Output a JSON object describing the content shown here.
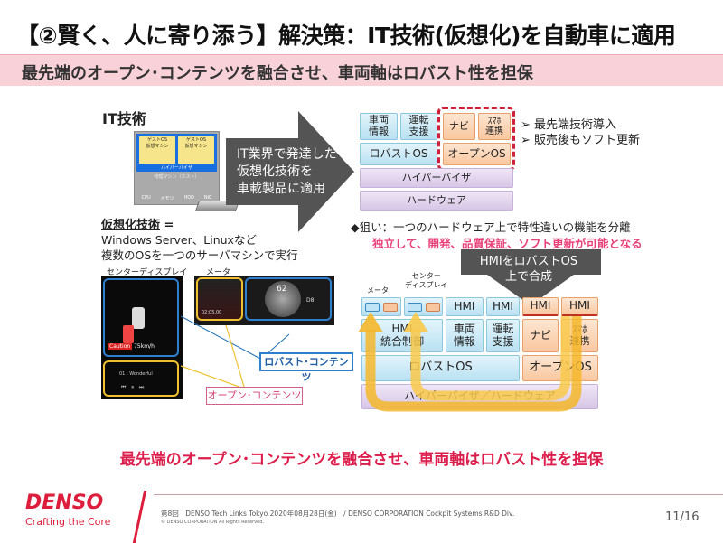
{
  "slide": {
    "title": "【②賢く、人に寄り添う】解決策：IT技術(仮想化)を自動車に適用",
    "subtitle": "最先端のオープン･コンテンツを融合させ、車両軸はロバスト性を担保",
    "conclusion": "最先端のオープン･コンテンツを融合させ、車両軸はロバスト性を担保"
  },
  "it_section": {
    "heading": "IT技術",
    "server_diagram": {
      "guest_os": "ゲストOS",
      "vm": "仮想マシン",
      "hypervisor": "ハイパーバイザ",
      "hardware": "物理マシン（ホスト）",
      "parts": [
        "CPU",
        "メモリ",
        "HDD",
        "NIC"
      ]
    },
    "definition_term": "仮想化技術",
    "definition_eq": "=",
    "definition_line1": "Windows Server、Linuxなど",
    "definition_line2": "複数のOSを一つのサーバマシンで実行",
    "arrow_text": [
      "IT業界で発達した",
      "仮想化技術を",
      "車載製品に適用"
    ]
  },
  "top_stack": {
    "apps": [
      "車両\n情報",
      "運転\n支援",
      "ナビ",
      "ｽﾏﾎ\n連携"
    ],
    "robust_os": "ロバストOS",
    "open_os": "オープンOS",
    "hypervisor": "ハイパーバイザ",
    "hardware": "ハードウェア",
    "bullets": [
      "最先端技術導入",
      "販売後もソフト更新"
    ],
    "aim": "◆狙い：一つのハードウェア上で特性違いの機能を分離",
    "aim_result": "独立して、開発、品質保証、ソフト更新が可能となる"
  },
  "screens": {
    "center_display_label": "センターディスプレイ",
    "meter_label": "メータ",
    "caution": "Caution",
    "speed": "75km/h",
    "song": "01 : Wonderful",
    "meter_speed": "62",
    "gear": "D8",
    "time": "02:05.00",
    "robust_contents": "ロバスト･コンテンツ",
    "open_contents": "オープン･コンテンツ"
  },
  "bottom_stack": {
    "callout": [
      "HMIをロバストOS",
      "上で合成"
    ],
    "meter_label": "メータ",
    "center_label": [
      "センター",
      "ディスプレイ"
    ],
    "hmi": "HMI",
    "hmi_control": "HMI\n統合制御",
    "vehicle_info": "車両\n情報",
    "driving": "運転\n支援",
    "navi": "ナビ",
    "phone": "ｽﾏﾎ\n連携",
    "robust_os": "ロバストOS",
    "open_os": "オープンOS",
    "hv_hw": "ハイパーバイザ／ハードウェア"
  },
  "footer": {
    "logo": "DENSO",
    "tagline": "Crafting the Core",
    "event": "第8回　DENSO Tech Links Tokyo 2020年08月28日(金)　/ DENSO CORPORATION Cockpit Systems R&D Div.",
    "copyright": "© DENSO CORPORATION All Rights Reserved.",
    "page": "11/16"
  },
  "colors": {
    "accent_red": "#dc1e3c",
    "pink_band": "#f9d1d9",
    "pink_text": "#e8417a",
    "robust_blue": "#1f6fb5",
    "open_yellow": "#f5c02a"
  }
}
